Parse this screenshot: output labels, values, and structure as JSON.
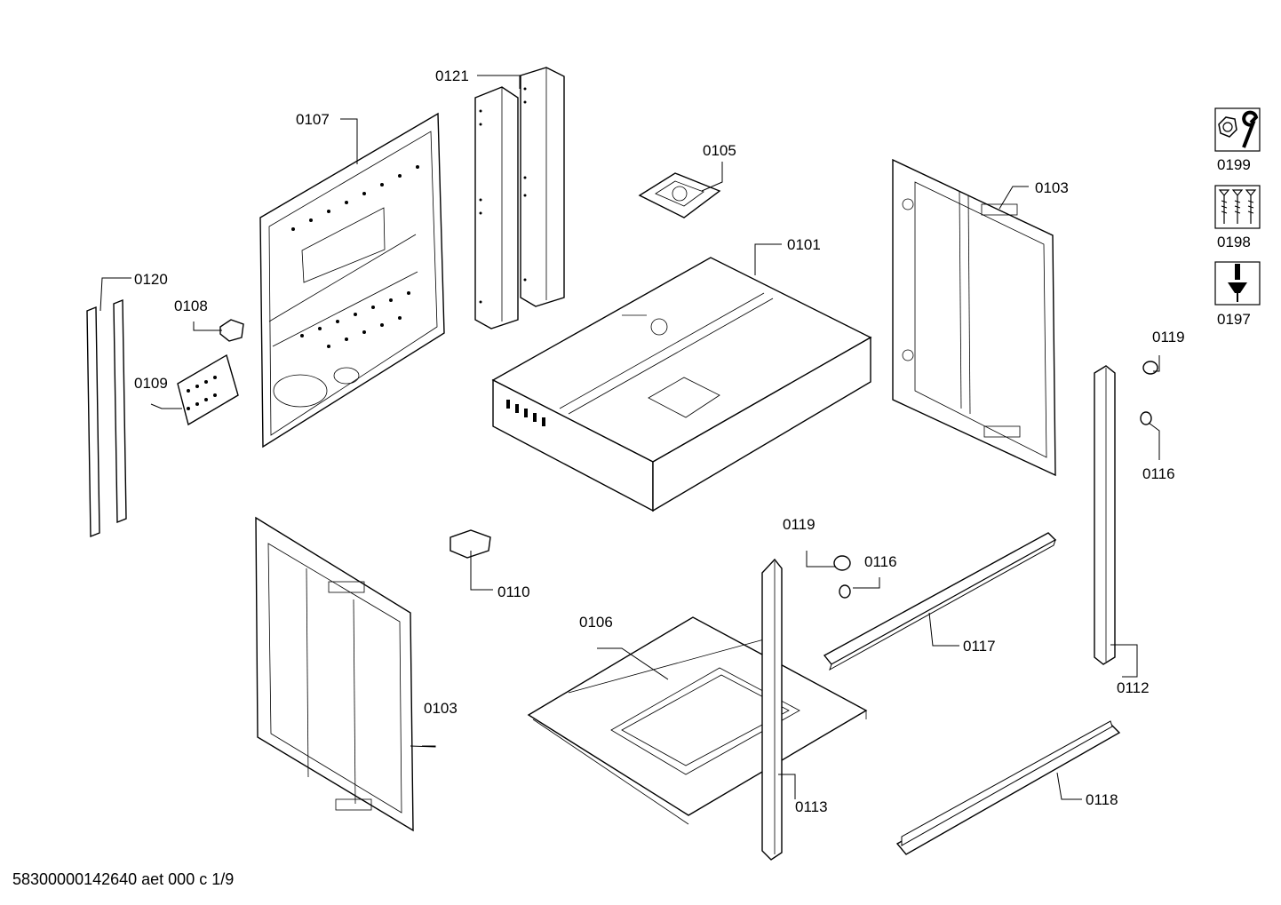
{
  "labels": {
    "l0121": "0121",
    "l0107": "0107",
    "l0105": "0105",
    "l0103a": "0103",
    "l0101": "0101",
    "l0120": "0120",
    "l0108": "0108",
    "l0109": "0109",
    "l0119a": "0119",
    "l0116a": "0116",
    "l0110": "0110",
    "l0119b": "0119",
    "l0116b": "0116",
    "l0106": "0106",
    "l0117": "0117",
    "l0112": "0112",
    "l0103b": "0103",
    "l0113": "0113",
    "l0118": "0118"
  },
  "tools": [
    {
      "label": "0199",
      "icon": "wrench-nut-icon"
    },
    {
      "label": "0198",
      "icon": "screws-icon"
    },
    {
      "label": "0197",
      "icon": "screwdriver-icon"
    }
  ],
  "footer": "58300000142640 aet 000 c 1/9"
}
